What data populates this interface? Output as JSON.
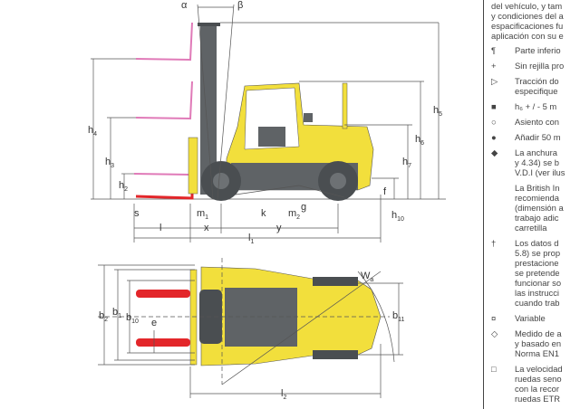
{
  "diagram": {
    "side_view_labels": {
      "alpha": "α",
      "beta": "β",
      "h4": "h",
      "h4_sub": "4",
      "h3": "h",
      "h3_sub": "3",
      "h2": "h",
      "h2_sub": "2",
      "s": "s",
      "m1": "m",
      "m1_sub": "1",
      "k": "k",
      "m2": "m",
      "m2_sub": "2",
      "g": "g",
      "f": "f",
      "h10": "h",
      "h10_sub": "10",
      "h7": "h",
      "h7_sub": "7",
      "h6": "h",
      "h6_sub": "6",
      "h5": "h",
      "h5_sub": "5",
      "l": "l",
      "x": "x",
      "y": "y",
      "l1": "l",
      "l1_sub": "1"
    },
    "top_view_labels": {
      "b2": "b",
      "b2_sub": "2",
      "b1": "b",
      "b1_sub": "1",
      "b10": "b",
      "b10_sub": "10",
      "e": "e",
      "wa": "W",
      "wa_sub": "a",
      "b11": "b",
      "b11_sub": "11",
      "l2": "l",
      "l2_sub": "2"
    },
    "colors": {
      "body": "#f2df3c",
      "chassis": "#5f6366",
      "fork_raised": "#e07ab8",
      "fork_lowered": "#e3262a"
    }
  },
  "notes": {
    "intro": [
      "del vehículo, y tam",
      "y condiciones del a",
      "espacificaciones fu",
      "aplicación con su e"
    ],
    "items": [
      {
        "symbol": "¶",
        "lines": [
          "Parte inferio"
        ]
      },
      {
        "symbol": "+",
        "lines": [
          "Sin rejilla pro"
        ]
      },
      {
        "symbol": "▷",
        "lines": [
          "Tracción do",
          "especifique"
        ]
      },
      {
        "symbol": "■",
        "lines": [
          "h₆ + / - 5 m"
        ]
      },
      {
        "symbol": "○",
        "lines": [
          "Asiento con"
        ]
      },
      {
        "symbol": "●",
        "lines": [
          "Añadir 50 m"
        ]
      },
      {
        "symbol": "◆",
        "lines": [
          "La anchura",
          "y 4.34) se b",
          "V.D.I (ver ilus",
          "",
          "La British In",
          "recomienda",
          "(dimensión a",
          "trabajo adic",
          "carretilla"
        ]
      },
      {
        "symbol": "†",
        "lines": [
          "Los datos d",
          "5.8) se prop",
          "prestacione",
          "se pretende",
          "funcionar so",
          "las instrucci",
          "cuando trab"
        ]
      },
      {
        "symbol": "¤",
        "lines": [
          "Variable"
        ]
      },
      {
        "symbol": "◇",
        "lines": [
          "Medido de a",
          "y basado en",
          "Norma EN1"
        ]
      },
      {
        "symbol": "□",
        "lines": [
          "La velocidad",
          "ruedas seno",
          "con la recor",
          "ruedas ETR"
        ]
      }
    ]
  }
}
